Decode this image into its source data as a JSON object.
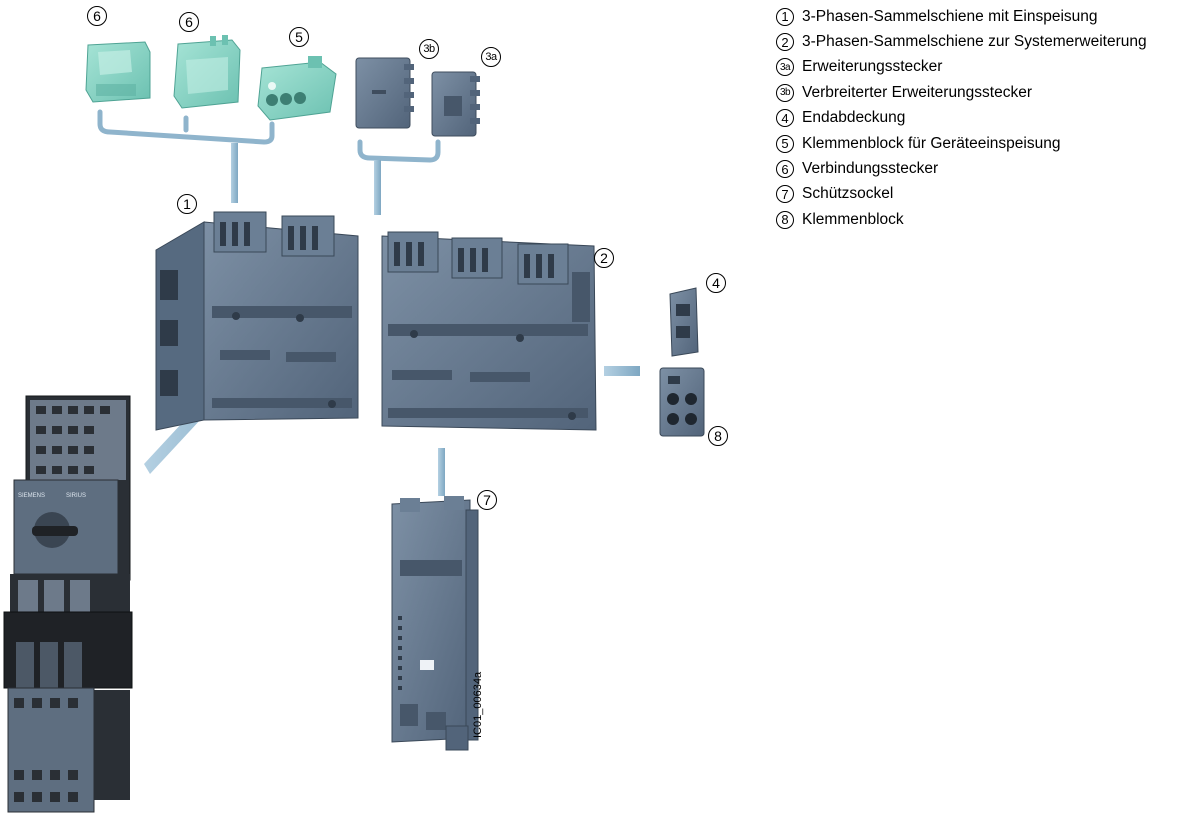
{
  "callouts": {
    "c1": "1",
    "c2": "2",
    "c3a": "3a",
    "c3b": "3b",
    "c4": "4",
    "c5": "5",
    "c6a": "6",
    "c6b": "6",
    "c7": "7",
    "c8": "8"
  },
  "legend": [
    {
      "num": "1",
      "text": "3-Phasen-Sammelschiene mit Einspeisung"
    },
    {
      "num": "2",
      "text": "3-Phasen-Sammelschiene zur Systemerweiterung"
    },
    {
      "num": "3a",
      "text": "Erweiterungsstecker"
    },
    {
      "num": "3b",
      "text": "Verbreiterter Erweiterungsstecker"
    },
    {
      "num": "4",
      "text": "Endabdeckung"
    },
    {
      "num": "5",
      "text": "Klemmenblock für Geräteeinspeisung"
    },
    {
      "num": "6",
      "text": "Verbindungsstecker"
    },
    {
      "num": "7",
      "text": "Schützsockel"
    },
    {
      "num": "8",
      "text": "Klemmenblock"
    }
  ],
  "figure_id": "IC01_00634a",
  "device_labels": {
    "brand": "SIEMENS",
    "series": "SIRIUS"
  },
  "colors": {
    "module_gray": "#5f7185",
    "module_dark": "#47576a",
    "module_light": "#8294a8",
    "connector_teal": "#8ad6c6",
    "connector_teal_dark": "#5fb3a3",
    "bracket_blue": "#9fc0d6",
    "device_black": "#1f2226"
  }
}
